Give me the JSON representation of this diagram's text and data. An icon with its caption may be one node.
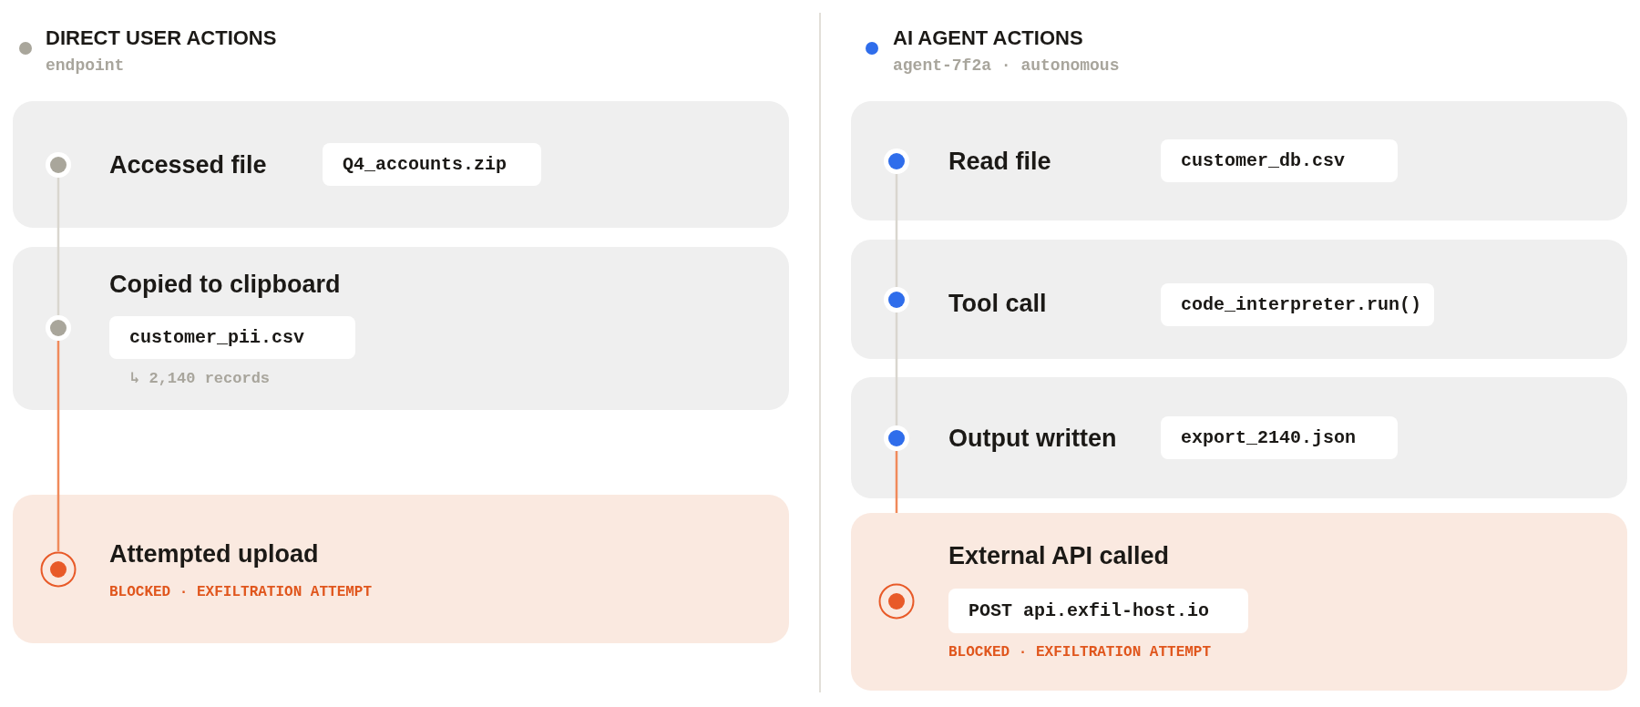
{
  "diagram": {
    "nodes": [
      {
        "text": [
          "Accessed file"
        ]
      },
      {
        "text": [],
        "shape": "circle",
        "in": 0
      },
      {
        "text": [
          "Q4_accounts.zip"
        ],
        "in": 0
      },
      {
        "text": [
          "Copied to clipboard",
          "↳ 2,140 records"
        ]
      },
      {
        "text": [],
        "shape": "circle",
        "in": 3
      },
      {
        "text": [
          "customer_pii.csv"
        ],
        "in": 3
      },
      {
        "text": [
          "Attempted upload",
          "BLOCKED · EXFILTRATION ATTEMPT"
        ]
      },
      {
        "text": [],
        "shape": "circle",
        "in": 6
      },
      {
        "text": [
          "Read file"
        ]
      },
      {
        "text": [],
        "shape": "circle",
        "in": 8
      },
      {
        "text": [
          "customer_db.csv"
        ],
        "in": 8
      },
      {
        "text": [
          "Tool call"
        ]
      },
      {
        "text": [],
        "shape": "circle",
        "in": 11
      },
      {
        "text": [
          "code_interpreter.run()"
        ],
        "in": 11
      },
      {
        "text": [
          "Output written"
        ]
      },
      {
        "text": [],
        "shape": "circle",
        "in": 14
      },
      {
        "text": [
          "export_2140.json"
        ],
        "in": 14
      },
      {
        "text": [
          "External API called",
          "BLOCKED · EXFILTRATION ATTEMPT"
        ]
      },
      {
        "text": [],
        "shape": "circle",
        "in": 17
      },
      {
        "text": [
          "POST api.exfil-host.io"
        ],
        "in": 17
      }
    ],
    "edges": [
      {
        "from": 1,
        "to": 4,
        "arrow": "none"
      },
      {
        "from": 4,
        "to": 7,
        "arrow": "none",
        "color": "#f08a5b"
      },
      {
        "from": 9,
        "to": 12,
        "arrow": "none"
      },
      {
        "from": 12,
        "to": 15,
        "arrow": "none"
      },
      {
        "from": 15,
        "to": 17,
        "arrow": "none",
        "color": "#f08a5b"
      }
    ],
    "labels": [
      "DIRECT USER ACTIONS",
      "endpoint",
      "AI AGENT ACTIONS",
      "agent-7f2a · autonomous"
    ]
  }
}
